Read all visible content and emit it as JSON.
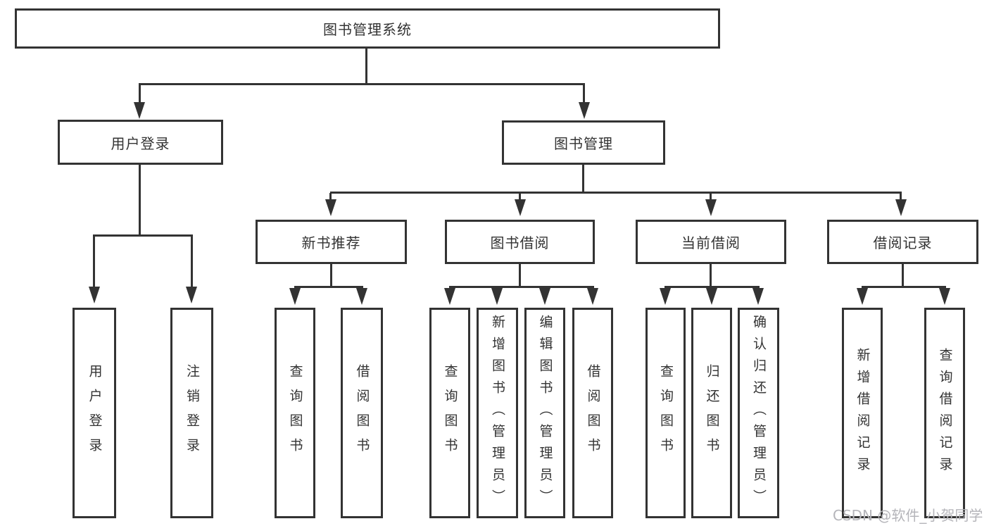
{
  "diagram": {
    "root": {
      "label": "图书管理系统"
    },
    "level2": [
      {
        "label": "用户登录"
      },
      {
        "label": "图书管理"
      }
    ],
    "level3": [
      {
        "label": "新书推荐"
      },
      {
        "label": "图书借阅"
      },
      {
        "label": "当前借阅"
      },
      {
        "label": "借阅记录"
      }
    ],
    "leaves": {
      "user_login": [
        {
          "label": "用户登录"
        },
        {
          "label": "注销登录"
        }
      ],
      "new_book_recommend": [
        {
          "label": "查询图书"
        },
        {
          "label": "借阅图书"
        }
      ],
      "book_borrow": [
        {
          "label": "查询图书"
        },
        {
          "label": "新增图书（管理员）"
        },
        {
          "label": "编辑图书（管理员）"
        },
        {
          "label": "借阅图书"
        }
      ],
      "current_borrow": [
        {
          "label": "查询图书"
        },
        {
          "label": "归还图书"
        },
        {
          "label": "确认归还（管理员）"
        }
      ],
      "borrow_records": [
        {
          "label": "新增借阅记录"
        },
        {
          "label": "查询借阅记录"
        }
      ]
    },
    "watermark": "CSDN @软件_小贺同学",
    "colors": {
      "line": "#333333",
      "text": "#333333",
      "watermark": "#b5b5ba",
      "background": "#ffffff"
    }
  }
}
